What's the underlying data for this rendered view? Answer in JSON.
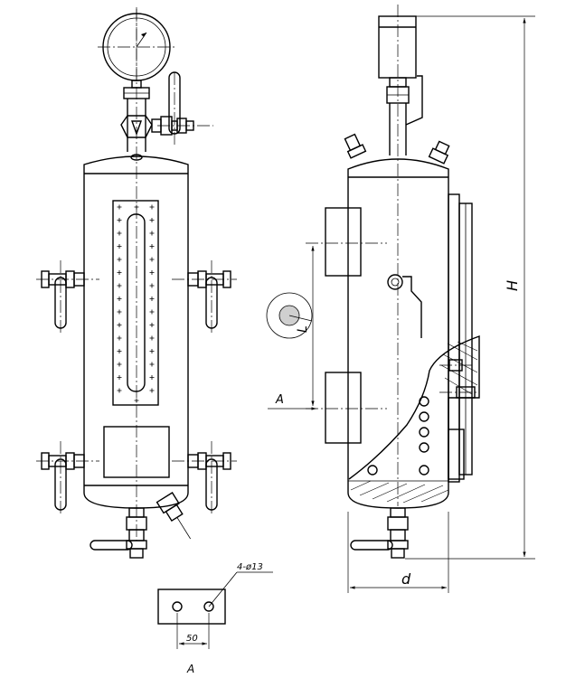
{
  "labels": {
    "hole_spec": "4-ø13",
    "spacing": "50",
    "view_a_caption": "A",
    "view_a_arrow": "A",
    "height": "H",
    "diameter": "d",
    "length": "L"
  }
}
